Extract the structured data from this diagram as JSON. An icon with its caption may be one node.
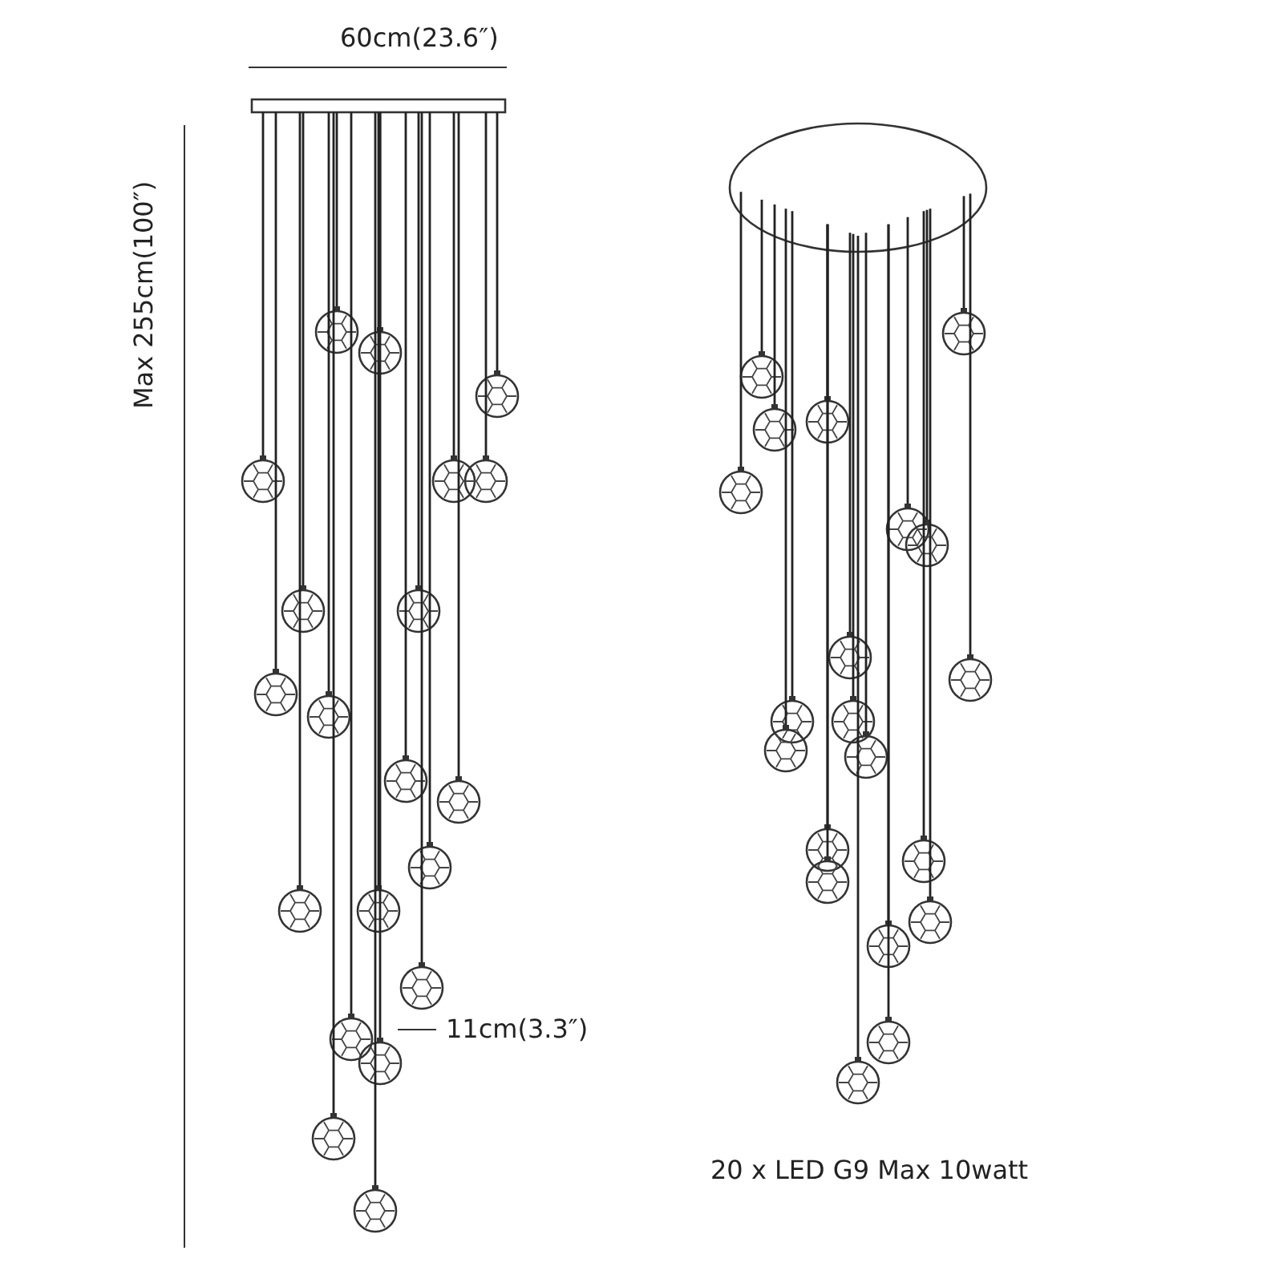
{
  "diagram": {
    "labels": [
      "60cm(23.6″)",
      "Max 255cm(100″)",
      "11cm(3.3″)",
      "20 x LED G9 Max 10watt"
    ]
  }
}
